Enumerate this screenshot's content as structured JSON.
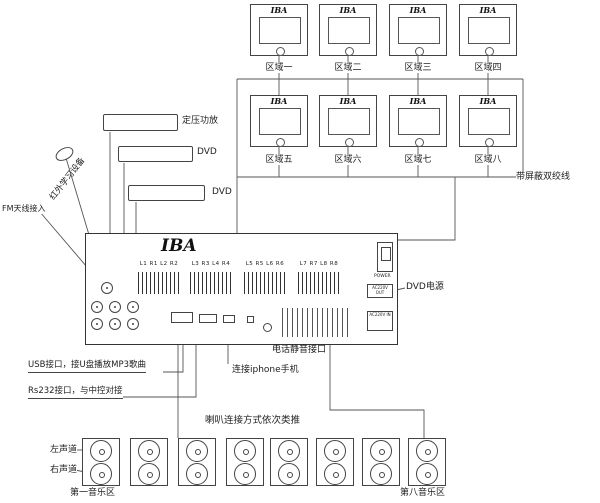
{
  "brand": "IBA",
  "zones": [
    {
      "label": "区域一"
    },
    {
      "label": "区域二"
    },
    {
      "label": "区域三"
    },
    {
      "label": "区域四"
    },
    {
      "label": "区域五"
    },
    {
      "label": "区域六"
    },
    {
      "label": "区域七"
    },
    {
      "label": "区域八"
    }
  ],
  "devices": {
    "amp": "定压功放",
    "dvd1": "DVD",
    "dvd2": "DVD",
    "ir": "红外学习设备",
    "fm": "FM天线接入"
  },
  "wire_label": "带屏蔽双绞线",
  "main_unit": {
    "logo": "IBA",
    "power": "POWER",
    "channels": [
      "L1 R1 L2 R2",
      "L3 R3 L4 R4",
      "L5 R5 L6 R6",
      "L7 R7 L8 R8"
    ],
    "ac_out": "AC220V OUT",
    "ac_in": "AC220V IN",
    "dvd_power": "DVD电源"
  },
  "annotations": {
    "phone_mute": "电话静音接口",
    "iphone": "连接iphone手机",
    "usb": "USB接口，接U盘播放MP3歌曲",
    "rs232": "Rs232接口，与中控对接",
    "speaker_note": "喇叭连接方式依次类推"
  },
  "speaker_area": {
    "left_channel": "左声道",
    "right_channel": "右声道",
    "first_zone": "第一音乐区",
    "last_zone": "第八音乐区"
  }
}
